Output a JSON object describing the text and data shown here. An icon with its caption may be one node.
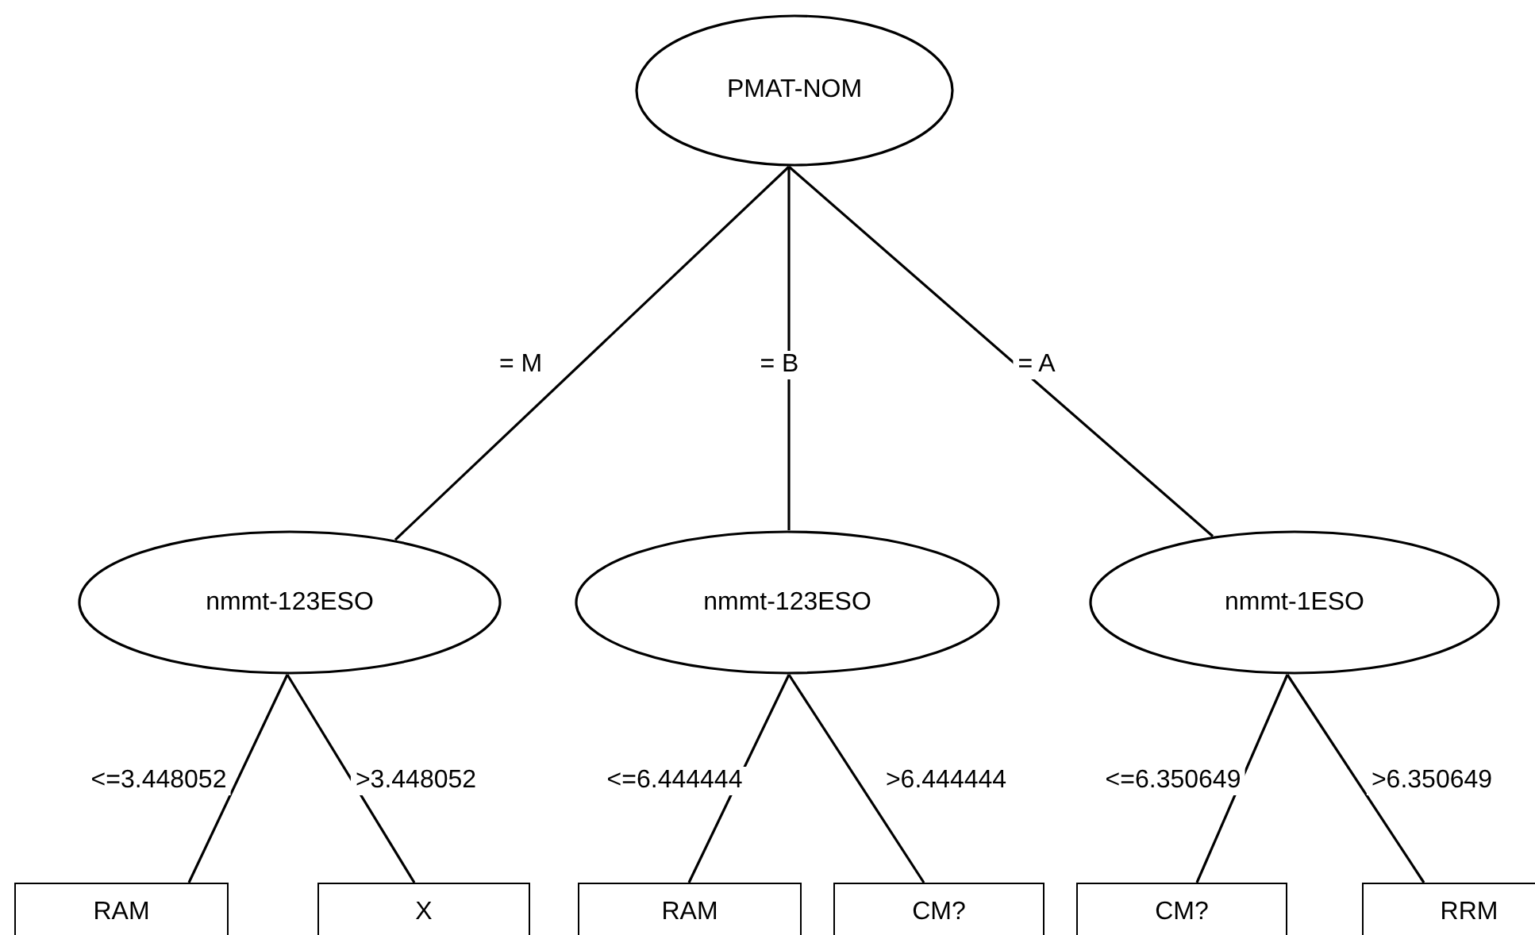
{
  "diagram": {
    "nodes": [
      {
        "text": [
          "PMAT-NOM"
        ]
      },
      {
        "text": [
          "nmmt-123ESO"
        ]
      },
      {
        "text": [
          "nmmt-123ESO"
        ]
      },
      {
        "text": [
          "nmmt-1ESO"
        ]
      },
      {
        "text": [
          "RAM"
        ]
      },
      {
        "text": [
          "X"
        ]
      },
      {
        "text": [
          "RAM"
        ]
      },
      {
        "text": [
          "CM?"
        ]
      },
      {
        "text": [
          "CM?"
        ]
      },
      {
        "text": [
          "RRM"
        ]
      }
    ],
    "edges": [
      {
        "from": 0,
        "to": 1,
        "arrow": "none",
        "label": "= M"
      },
      {
        "from": 0,
        "to": 2,
        "arrow": "none",
        "label": "= B"
      },
      {
        "from": 0,
        "to": 3,
        "arrow": "none",
        "label": "= A"
      },
      {
        "from": 1,
        "to": 4,
        "arrow": "none",
        "label": "<=3.448052"
      },
      {
        "from": 1,
        "to": 5,
        "arrow": "none",
        "label": ">3.448052"
      },
      {
        "from": 2,
        "to": 6,
        "arrow": "none",
        "label": "<=6.444444"
      },
      {
        "from": 2,
        "to": 7,
        "arrow": "none",
        "label": ">6.444444"
      },
      {
        "from": 3,
        "to": 8,
        "arrow": "none",
        "label": "<=6.350649"
      },
      {
        "from": 3,
        "to": 9,
        "arrow": "none",
        "label": ">6.350649"
      }
    ]
  }
}
